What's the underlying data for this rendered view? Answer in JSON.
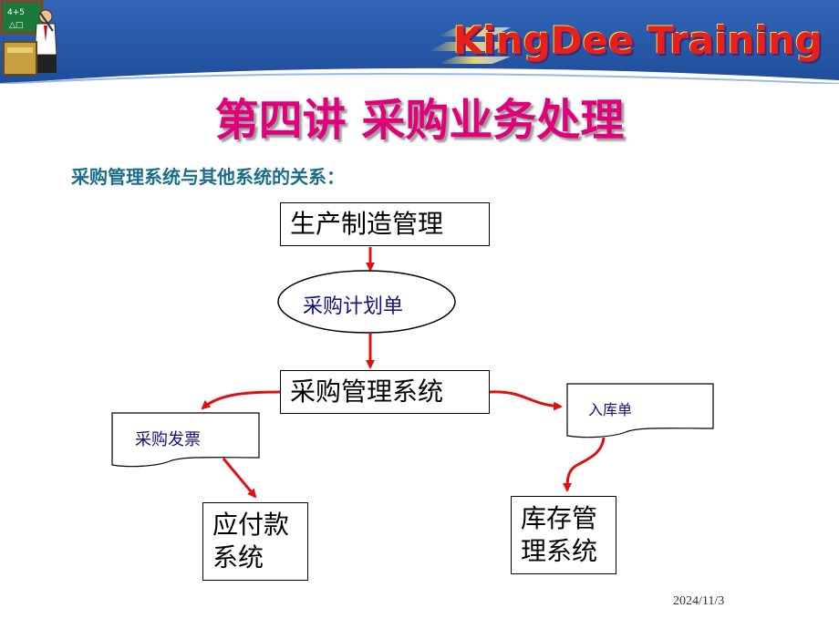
{
  "brand": {
    "text": "KingDee Training"
  },
  "page": {
    "title": "第四讲  采购业务处理",
    "subtitle": "采购管理系统与其他系统的关系："
  },
  "diagram": {
    "production_mgmt": "生产制造管理",
    "purchase_plan": "采购计划单",
    "purchase_mgmt": "采购管理系统",
    "purchase_invoice": "采购发票",
    "receipt": "入库单",
    "ap_line1": "应付款",
    "ap_line2": "系统",
    "inventory_line1": "库存管",
    "inventory_line2": "理系统"
  },
  "footer": {
    "date": "2024/11/3"
  },
  "colors": {
    "header_blue": "#2a5aa8",
    "brand_red": "#e8201c",
    "title_magenta": "#e0007a",
    "subtitle_teal": "#1a6e8a",
    "arrow_red": "#e01010",
    "label_navy": "#12127a"
  }
}
